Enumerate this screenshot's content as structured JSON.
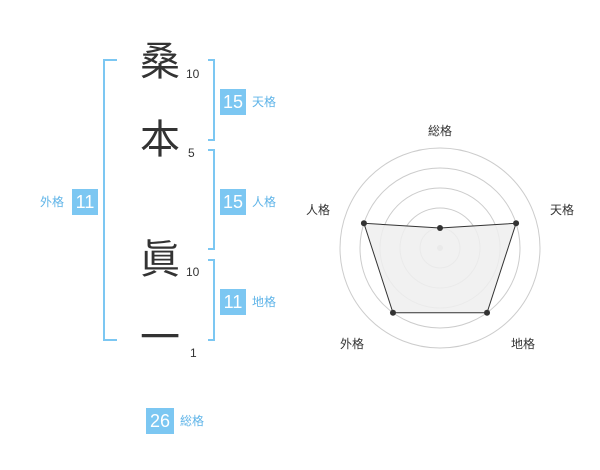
{
  "name": {
    "chars": [
      {
        "char": "桑",
        "strokes": "10"
      },
      {
        "char": "本",
        "strokes": "5"
      },
      {
        "char": "眞",
        "strokes": "10"
      },
      {
        "char": "一",
        "strokes": "1"
      }
    ]
  },
  "fortune": {
    "tenkaku": {
      "value": "15",
      "label": "天格"
    },
    "jinkaku": {
      "value": "15",
      "label": "人格"
    },
    "chikaku": {
      "value": "11",
      "label": "地格"
    },
    "gaikaku": {
      "value": "11",
      "label": "外格"
    },
    "soukaku": {
      "value": "26",
      "label": "総格"
    }
  },
  "chart_data": {
    "type": "radar",
    "axes": [
      "総格",
      "天格",
      "地格",
      "外格",
      "人格"
    ],
    "values": [
      1,
      4,
      4,
      4,
      4
    ],
    "max": 5,
    "grid_levels": 5,
    "colors": {
      "fill": "#eeeeee",
      "line": "#333333",
      "grid": "#cccccc"
    }
  },
  "colors": {
    "accent": "#7cc7f2",
    "label": "#5fb4e8"
  }
}
